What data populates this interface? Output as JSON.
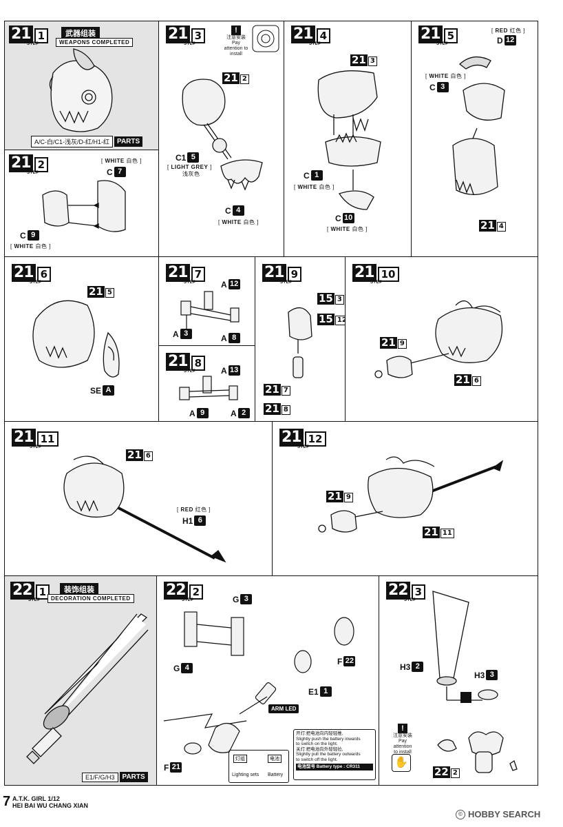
{
  "step21_1": {
    "num": "21",
    "sub": "1",
    "step": "STEP",
    "cn_title": "武器组装",
    "en_title": "WEAPONS COMPLETED",
    "parts_list": "A/C-白/C1-浅灰/D-红/H1-红",
    "parts_tag": "PARTS"
  },
  "step21_2": {
    "num": "21",
    "sub": "2",
    "step": "STEP",
    "white": "WHITE",
    "white_cn": "白色",
    "c7_letter": "C",
    "c7_num": "7",
    "c9_letter": "C",
    "c9_num": "9"
  },
  "step21_3": {
    "num": "21",
    "sub": "3",
    "step": "STEP",
    "note_cn": "注意安装",
    "note_en": "Pay attention to install",
    "ref_num": "21",
    "ref_sub": "2",
    "c15_letter": "C1",
    "c15_num": "5",
    "light_grey": "LIGHT GREY",
    "light_grey_cn": "浅灰色",
    "c4_letter": "C",
    "c4_num": "4",
    "white": "WHITE",
    "white_cn": "白色"
  },
  "step21_4": {
    "num": "21",
    "sub": "4",
    "step": "STEP",
    "ref_num": "21",
    "ref_sub": "3",
    "c1_letter": "C",
    "c1_num": "1",
    "white": "WHITE",
    "white_cn": "白色",
    "c10_letter": "C",
    "c10_num": "10"
  },
  "step21_5": {
    "num": "21",
    "sub": "5",
    "step": "STEP",
    "red": "RED",
    "red_cn": "红色",
    "d12_letter": "D",
    "d12_num": "12",
    "white": "WHITE",
    "white_cn": "白色",
    "c3_letter": "C",
    "c3_num": "3",
    "ref_num": "21",
    "ref_sub": "4"
  },
  "step21_6": {
    "num": "21",
    "sub": "6",
    "step": "STEP",
    "ref_num": "21",
    "ref_sub": "5",
    "se_letter": "SE",
    "se_num": "A"
  },
  "step21_7": {
    "num": "21",
    "sub": "7",
    "step": "STEP",
    "a12_letter": "A",
    "a12_num": "12",
    "a3_letter": "A",
    "a3_num": "3",
    "a8_letter": "A",
    "a8_num": "8"
  },
  "step21_8": {
    "num": "21",
    "sub": "8",
    "step": "STEP",
    "a13_letter": "A",
    "a13_num": "13",
    "a9_letter": "A",
    "a9_num": "9",
    "a2_letter": "A",
    "a2_num": "2"
  },
  "step21_9": {
    "num": "21",
    "sub": "9",
    "step": "STEP",
    "ref1_num": "15",
    "ref1_sub": "3",
    "ref2_num": "15",
    "ref2_sub": "12",
    "ref3_num": "21",
    "ref3_sub": "7",
    "ref4_num": "21",
    "ref4_sub": "8"
  },
  "step21_10": {
    "num": "21",
    "sub": "10",
    "step": "STEP",
    "ref1_num": "21",
    "ref1_sub": "9",
    "ref2_num": "21",
    "ref2_sub": "6"
  },
  "step21_11": {
    "num": "21",
    "sub": "11",
    "step": "STEP",
    "ref_num": "21",
    "ref_sub": "6",
    "red": "RED",
    "red_cn": "红色",
    "h16_letter": "H1",
    "h16_num": "6"
  },
  "step21_12": {
    "num": "21",
    "sub": "12",
    "step": "STEP",
    "ref1_num": "21",
    "ref1_sub": "9",
    "ref2_num": "21",
    "ref2_sub": "11"
  },
  "step22_1": {
    "num": "22",
    "sub": "1",
    "step": "STEP",
    "cn_title": "装饰组装",
    "en_title": "DECORATION COMPLETED",
    "parts_list": "E1/F/G/H3",
    "parts_tag": "PARTS"
  },
  "step22_2": {
    "num": "22",
    "sub": "2",
    "step": "STEP",
    "g3_letter": "G",
    "g3_num": "3",
    "g4_letter": "G",
    "g4_num": "4",
    "f22_letter": "F",
    "f22_num": "22",
    "e11_letter": "E1",
    "e11_num": "1",
    "arm_led": "ARM LED",
    "f21_letter": "F",
    "f21_num": "21",
    "switch_on_cn": "开灯:把电池向内轻轻推,",
    "switch_on_en1": "Slightly push the battery inwards",
    "switch_on_en2": "to switch on the light.",
    "switch_off_cn": "关灯:把电池向外轻轻拉,",
    "switch_off_en1": "Slightly pull the battery outwards",
    "switch_off_en2": "to switch off the light.",
    "battery_type": "电池型号 Battery type : CR311",
    "lighting_cn": "灯组",
    "battery_cn": "电池",
    "lighting_en": "Lighting sets",
    "battery_en": "Battery"
  },
  "step22_3": {
    "num": "22",
    "sub": "3",
    "step": "STEP",
    "h32_letter": "H3",
    "h32_num": "2",
    "h33_letter": "H3",
    "h33_num": "3",
    "note_cn": "注意安装",
    "note_en1": "Pay attention",
    "note_en2": "to install",
    "ref_num": "22",
    "ref_sub": "2"
  },
  "footer": {
    "page": "7",
    "line1": "A.T.K. GIRL 1/12",
    "line2": "HEI BAI WU CHANG XIAN",
    "brand": "HOBBY SEARCH"
  }
}
